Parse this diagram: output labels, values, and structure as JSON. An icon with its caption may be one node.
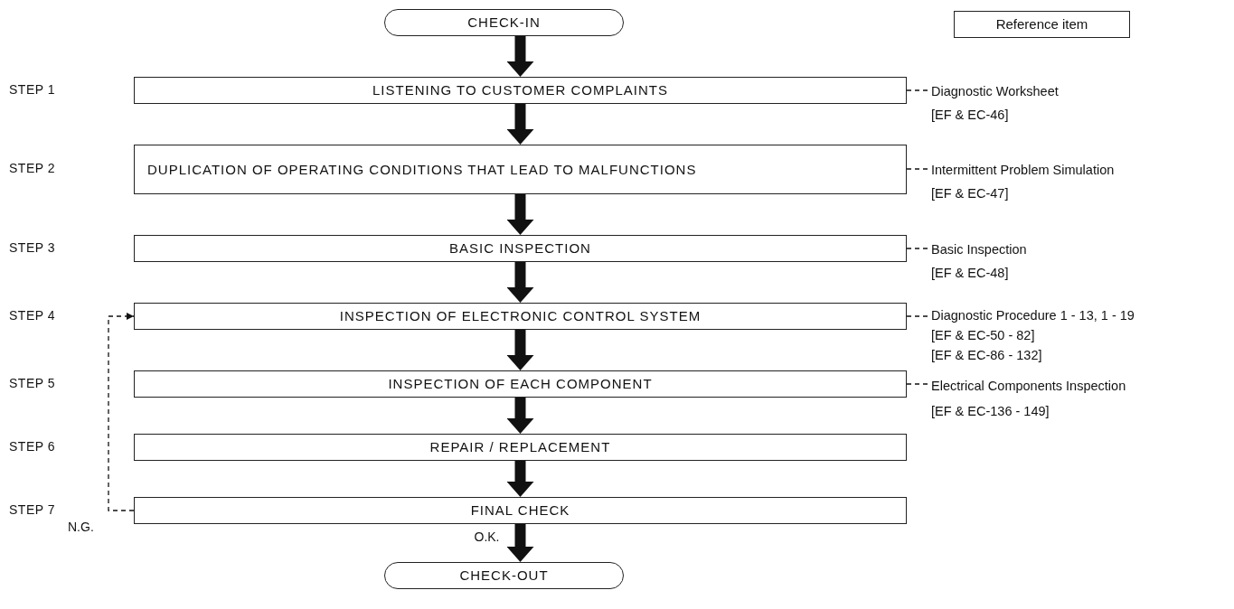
{
  "diagram": {
    "nodes": [
      {
        "text": [
          "CHECK-IN"
        ]
      },
      {
        "text": [
          "Reference item"
        ]
      },
      {
        "text": [
          "LISTENING TO CUSTOMER COMPLAINTS"
        ]
      },
      {
        "text": [
          "DUPLICATION OF OPERATING CONDITIONS THAT LEAD TO MALFUNCTIONS"
        ]
      },
      {
        "text": [
          "BASIC INSPECTION"
        ]
      },
      {
        "text": [
          "INSPECTION OF ELECTRONIC CONTROL SYSTEM"
        ]
      },
      {
        "text": [
          "INSPECTION OF EACH COMPONENT"
        ]
      },
      {
        "text": [
          "REPAIR / REPLACEMENT"
        ]
      },
      {
        "text": [
          "FINAL CHECK"
        ]
      },
      {
        "text": [
          "CHECK-OUT"
        ]
      },
      {
        "text": [
          "Diagnostic Worksheet",
          "[EF & EC-46]"
        ]
      },
      {
        "text": [
          "Intermittent Problem Simulation",
          "[EF & EC-47]"
        ]
      },
      {
        "text": [
          "Basic Inspection",
          "[EF & EC-48]"
        ]
      },
      {
        "text": [
          "Diagnostic Procedure 1 - 13, 1 - 19",
          "[EF & EC-50 - 82]",
          "[EF & EC-86 - 132]"
        ]
      },
      {
        "text": [
          "Electrical Components Inspection",
          "[EF & EC-136 - 149]"
        ]
      }
    ],
    "edges": [
      {
        "from": 0,
        "to": 2,
        "arrow": "to"
      },
      {
        "from": 2,
        "to": 3,
        "arrow": "to"
      },
      {
        "from": 3,
        "to": 4,
        "arrow": "to"
      },
      {
        "from": 4,
        "to": 5,
        "arrow": "to"
      },
      {
        "from": 5,
        "to": 6,
        "arrow": "to"
      },
      {
        "from": 6,
        "to": 7,
        "arrow": "to"
      },
      {
        "from": 7,
        "to": 8,
        "arrow": "to"
      },
      {
        "from": 8,
        "to": 9,
        "arrow": "to",
        "label": "O.K."
      },
      {
        "from": 8,
        "to": 5,
        "arrow": "to",
        "style": "dashed",
        "label": "N.G."
      },
      {
        "from": 2,
        "to": 10,
        "arrow": "none",
        "style": "dashed"
      },
      {
        "from": 3,
        "to": 11,
        "arrow": "none",
        "style": "dashed"
      },
      {
        "from": 4,
        "to": 12,
        "arrow": "none",
        "style": "dashed"
      },
      {
        "from": 5,
        "to": 13,
        "arrow": "none",
        "style": "dashed"
      },
      {
        "from": 6,
        "to": 14,
        "arrow": "none",
        "style": "dashed"
      }
    ],
    "labels": [
      "STEP 1",
      "STEP 2",
      "STEP 3",
      "STEP 4",
      "STEP 5",
      "STEP 6",
      "STEP 7"
    ]
  }
}
